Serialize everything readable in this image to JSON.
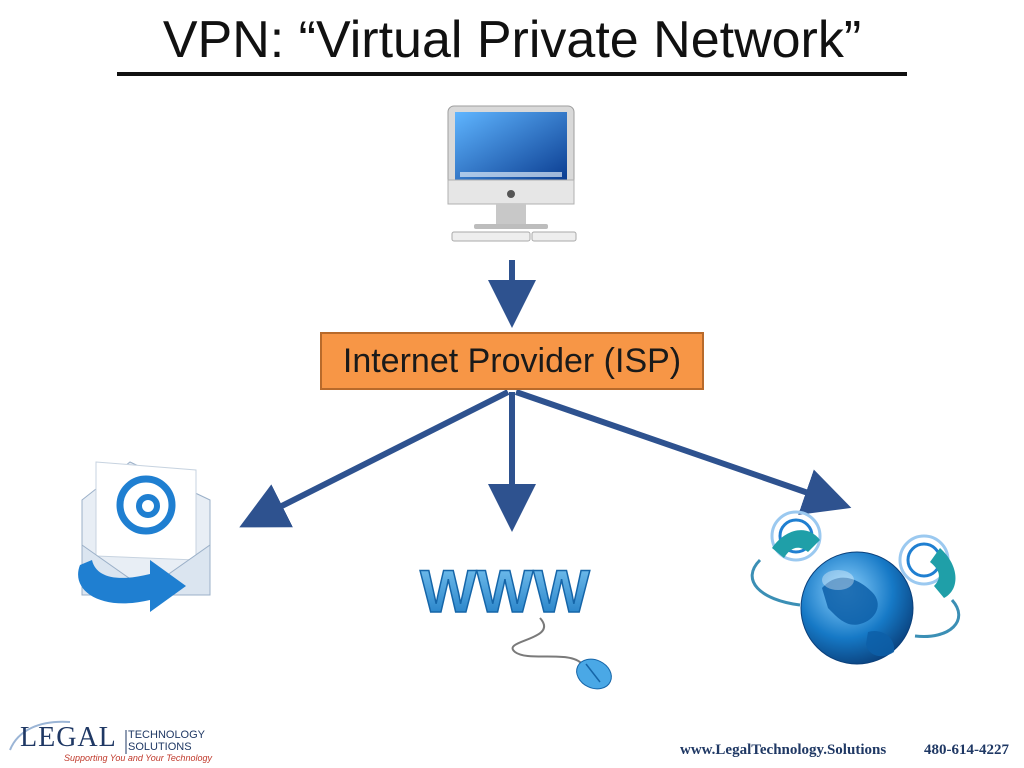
{
  "slide": {
    "title": "VPN: “Virtual Private Network”"
  },
  "diagram": {
    "isp_label": "Internet Provider (ISP)",
    "nodes": [
      {
        "id": "computer",
        "icon": "desktop-computer-icon"
      },
      {
        "id": "email",
        "icon": "email-at-icon"
      },
      {
        "id": "web",
        "icon": "www-mouse-icon"
      },
      {
        "id": "telephony",
        "icon": "globe-telephone-icon"
      }
    ]
  },
  "footer": {
    "logo_main": "LEGAL",
    "logo_line1": "TECHNOLOGY",
    "logo_line2": "SOLUTIONS",
    "logo_tagline": "Supporting You and Your Technology",
    "website": "www.LegalTechnology.Solutions",
    "phone": "480-614-4227"
  },
  "colors": {
    "arrow": "#2e528f",
    "isp_fill": "#f79646",
    "accent_blue": "#1f7fd1"
  }
}
